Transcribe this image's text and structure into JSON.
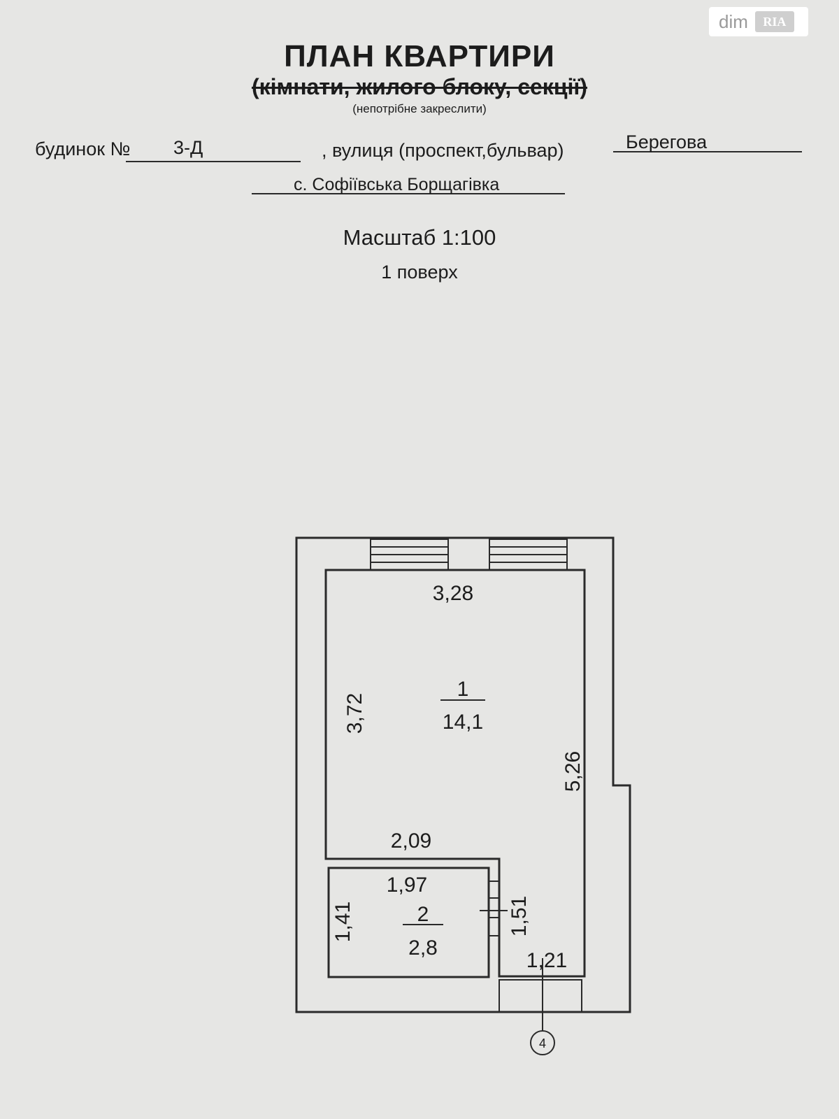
{
  "header": {
    "title": "ПЛАН КВАРТИРИ",
    "subtitle": "(кімнати, жилого блоку, секції)",
    "note": "(непотрібне закреслити)"
  },
  "address": {
    "house_label": "будинок №",
    "house_number": "3-Д",
    "street_label": ", вулиця (проспект,бульвар)",
    "street_name": "Берегова",
    "locality": "с. Софіївська Борщагівка"
  },
  "scale": "Масштаб 1:100",
  "floor": "1 поверх",
  "watermark": {
    "text": "dim",
    "logo": "RIA"
  },
  "plan": {
    "room1": {
      "number": "1",
      "area": "14,1"
    },
    "room2": {
      "number": "2",
      "area": "2,8"
    },
    "dims": {
      "top_width": "3,28",
      "left_height": "3,72",
      "right_height": "5,26",
      "inner_width": "2,09",
      "room2_width": "1,97",
      "room2_height": "1,41",
      "corridor_height": "1,51",
      "corridor_width": "1,21"
    },
    "marker": "4"
  }
}
